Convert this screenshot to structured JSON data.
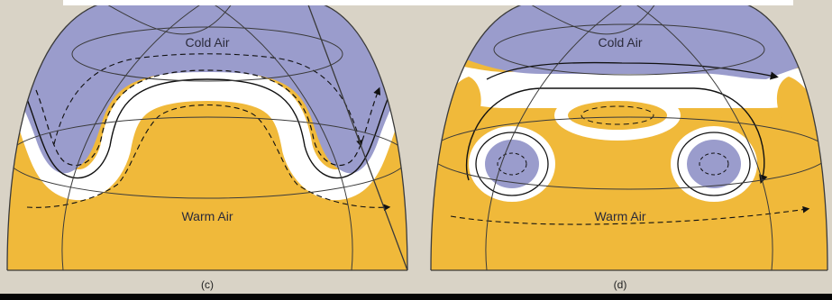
{
  "panels": [
    {
      "caption": "(c)",
      "cold_label": "Cold Air",
      "warm_label": "Warm Air"
    },
    {
      "caption": "(d)",
      "cold_label": "Cold Air",
      "warm_label": "Warm Air"
    }
  ],
  "colors": {
    "cold_air": "#9a9ccc",
    "warm_air": "#f0b93a",
    "jet_band": "#ffffff",
    "globe_outline": "#3a3a3a",
    "background": "#d9d3c6",
    "bottom_bar": "#050505"
  }
}
